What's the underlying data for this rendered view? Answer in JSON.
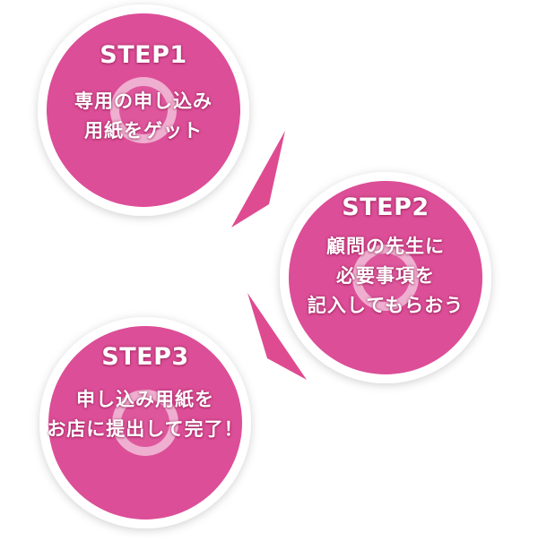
{
  "colors": {
    "disc": "#dc4e97",
    "disc_dark": "#c83c86",
    "ring": "#ffffff",
    "hole": "#ffffff",
    "arrow": "#de4b90",
    "text": "#ffffff"
  },
  "steps": [
    {
      "title": "STEP1",
      "lines": [
        "専用の申し込み",
        "用紙をゲット"
      ]
    },
    {
      "title": "STEP2",
      "lines": [
        "顧問の先生に",
        "必要事項を",
        "記入してもらおう"
      ]
    },
    {
      "title": "STEP3",
      "lines": [
        "申し込み用紙を",
        "お店に提出して完了！"
      ]
    }
  ]
}
